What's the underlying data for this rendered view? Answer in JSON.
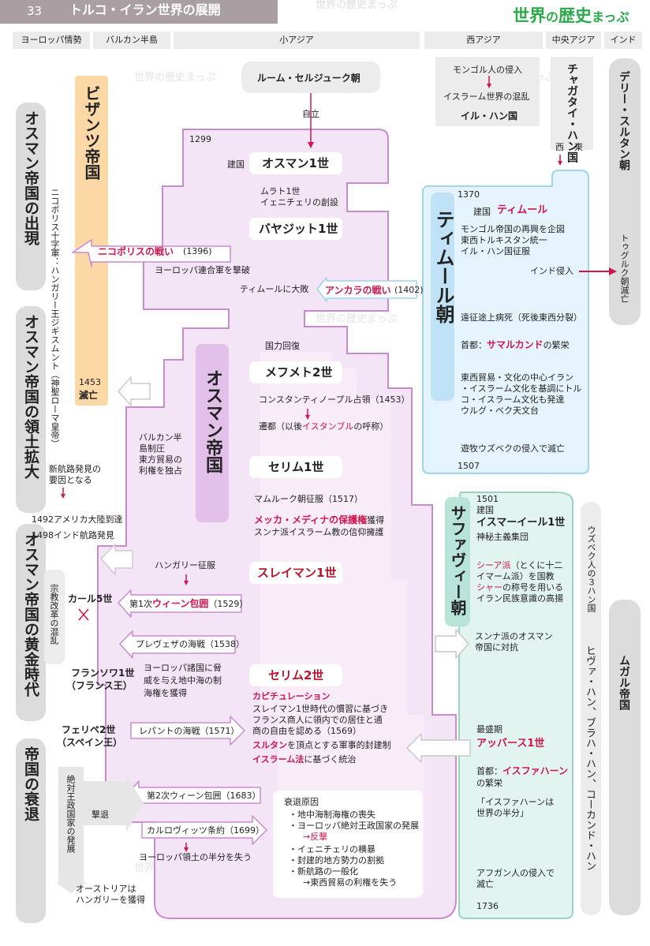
{
  "header": {
    "number": "33",
    "title": "トルコ・イラン世界の展開",
    "brand_a": "世界",
    "brand_b": "の",
    "brand_c": "歴史",
    "brand_d": "まっぷ"
  },
  "watermark": "世界の歴史まっぷ",
  "regions": [
    "ヨーロッパ情勢",
    "バルカン半島",
    "小アジア",
    "西アジア",
    "中央アジア",
    "インド"
  ],
  "eras": [
    "オスマン帝国の出現",
    "オスマン帝国の領土拡大",
    "オスマン帝国の黄金時代",
    "帝国の衰退"
  ],
  "byzantine": {
    "name": "ビザンツ帝国",
    "year": "1453",
    "end": "滅亡"
  },
  "europe": {
    "nicopolis_crusade": "ニコポリス十字軍：ハンガリー王ジギスムント（神聖ローマ皇帝）",
    "trade_route": [
      "新航路発見の",
      "要因となる"
    ],
    "america": "1492アメリカ大陸到達",
    "india_route": "1498インド航路発見",
    "reformation": "宗教改革の混乱",
    "karl": "カール5世",
    "francois": [
      "フランソワ1世",
      "（フランス王）"
    ],
    "felipe": [
      "フェリペ2世",
      "（スペイン王）"
    ],
    "absolutism": "絶対王政国家の発展",
    "repulse": "撃退",
    "austria": [
      "オーストリアは",
      "ハンガリーを獲得"
    ]
  },
  "ottoman": {
    "rum": "ルーム・セルジューク朝",
    "independence": "自立",
    "y1299": "1299",
    "founding": "建国",
    "osman": "オスマン1世",
    "murad": [
      "ムラト1世",
      "イェニチェリの創設"
    ],
    "bayezid": "バヤジット1世",
    "nicopolis_battle": "ニコポリスの戦い",
    "nicopolis_year": "(1396)",
    "europe_defeat": "ヨーロッパ連合軍を撃破",
    "timur_defeat": "ティムールに大敗",
    "ankara_battle": "アンカラの戦い",
    "ankara_year": "(1402)",
    "recovery": "国力回復",
    "mehmet": "メフメト2世",
    "constantinople": "コンスタンティノープル占領（1453）",
    "capital_pre": "遷都（以後",
    "istanbul": "イスタンブル",
    "capital_post": "の呼称）",
    "empire_name": "オスマン帝国",
    "balkan": [
      "バルカン半",
      "島制圧",
      "東方貿易の",
      "利権を独占"
    ],
    "selim1": "セリム1世",
    "mamluk": "マムルーク朝征服（1517）",
    "mecca": "メッカ・メディナの保護権",
    "mecca_suffix": "獲得",
    "sunni": "スンナ派イスラーム教の信仰擁護",
    "hungary": "ハンガリー征服",
    "suleiman": "スレイマン1世",
    "vienna1_pre": "第1次",
    "vienna1": "ウィーン包囲",
    "vienna1_year": "（1529）",
    "preveza": "プレヴェザの海戦（1538）",
    "threat": [
      "ヨーロッパ諸国に脅",
      "威を与え地中海の制",
      "海権を獲得"
    ],
    "selim2": "セリム2世",
    "capitulation": "カピチュレーション",
    "capitulation_text": [
      "スレイマン1世時代の慣習に基づき",
      "フランス商人に領内での居住と通",
      "商の自由を認める（1569）"
    ],
    "sultan": "スルタン",
    "sultan_text": "を頂点とする軍事的封建制",
    "islamic_law": "イスラーム法",
    "islamic_law_text": "に基づく統治",
    "lepanto": "レパントの海戦（1571）",
    "vienna2": "第2次ウィーン包囲（1683）",
    "karlowitz": "カルロヴィッツ条約（1699）",
    "half_lost": "ヨーロッパ領土の半分を失う",
    "decline_title": "衰退原因",
    "decline": [
      "・地中海制海権の喪失",
      "・ヨーロッパ絶対王政国家の発展",
      "→反撃",
      "・イェニチェリの横暴",
      "・封建的地方勢力の割拠",
      "・新航路の一般化",
      "→東西貿易の利権を失う"
    ]
  },
  "westasia": {
    "mongol": "モンゴル人の侵入",
    "islam_mix": "イスラーム世界の混乱",
    "ilkhan": "イル・ハン国"
  },
  "centralasia": {
    "chagatai": "チャガタイ・ハン国",
    "west": "西",
    "east": "東"
  },
  "india": {
    "delhi": "デリー・スルタン朝",
    "tughluq": "トゥグルク朝滅亡",
    "mughal": "ムガル帝国",
    "uzbek3": "ウズベク人の３ハン国",
    "khanates": "ヒヴァ・ハン、ブラハ・ハン、コーカンド・ハン"
  },
  "timurid": {
    "name": "ティムール朝",
    "y1370": "1370",
    "founding": "建国",
    "timur": "ティムール",
    "aim": [
      "モンゴル帝国の再興を企図",
      "東西トルキスタン統一",
      "イル・ハン国征服"
    ],
    "india_invasion": "インド侵入",
    "death": "遠征途上病死（死後東西分裂）",
    "capital": "首都：",
    "samarkand": "サマルカンド",
    "prosperity": "の繁栄",
    "culture": [
      "東西貿易・文化の中心イラン",
      "・イスラーム文化を基調にトル",
      "コ・イスラーム文化も発達",
      "ウルグ・ベク天文台"
    ],
    "uzbek": "遊牧ウズベクの侵入で滅亡",
    "y1507": "1507"
  },
  "safavid": {
    "name": "サファヴィー朝",
    "y1501": "1501",
    "founding": "建国",
    "ismail": "イスマーイール1世",
    "mystic": "神秘主義集団",
    "shia": "シーア派",
    "shia_text": "（とくに十二",
    "shia_text2": "イマーム派）を国教",
    "shah": "シャー",
    "shah_text": "の称号を用いる",
    "iran": "イラン民族意識の高揚",
    "sunni_oppose": [
      "スンナ派のオスマン",
      "帝国に対抗"
    ],
    "peak": "最盛期",
    "abbas": "アッバース1世",
    "capital": "首都：",
    "isfahan": "イスファハーン",
    "prosperity": "の繁栄",
    "half_world": [
      "「イスファハーンは",
      "世界の半分」"
    ],
    "afghan": [
      "アフガン人の侵入で",
      "滅亡"
    ],
    "y1736": "1736"
  },
  "colors": {
    "header_tab": "#a99fa3",
    "ottoman_fill": "#f3e4f6",
    "ottoman_border": "#c88bd0",
    "ottoman_inner": "#e7c8ec",
    "byzantine": "#fbd8a5",
    "timurid_fill": "#e5f4fc",
    "timurid_border": "#9fd3ee",
    "timurid_tag": "#bfe2f6",
    "safavid_fill": "#e2f4f0",
    "safavid_border": "#9ad2c6",
    "safavid_tag": "#b8e3d8",
    "highlight": "#d0154f",
    "brand_green": "#2aaa4a"
  }
}
